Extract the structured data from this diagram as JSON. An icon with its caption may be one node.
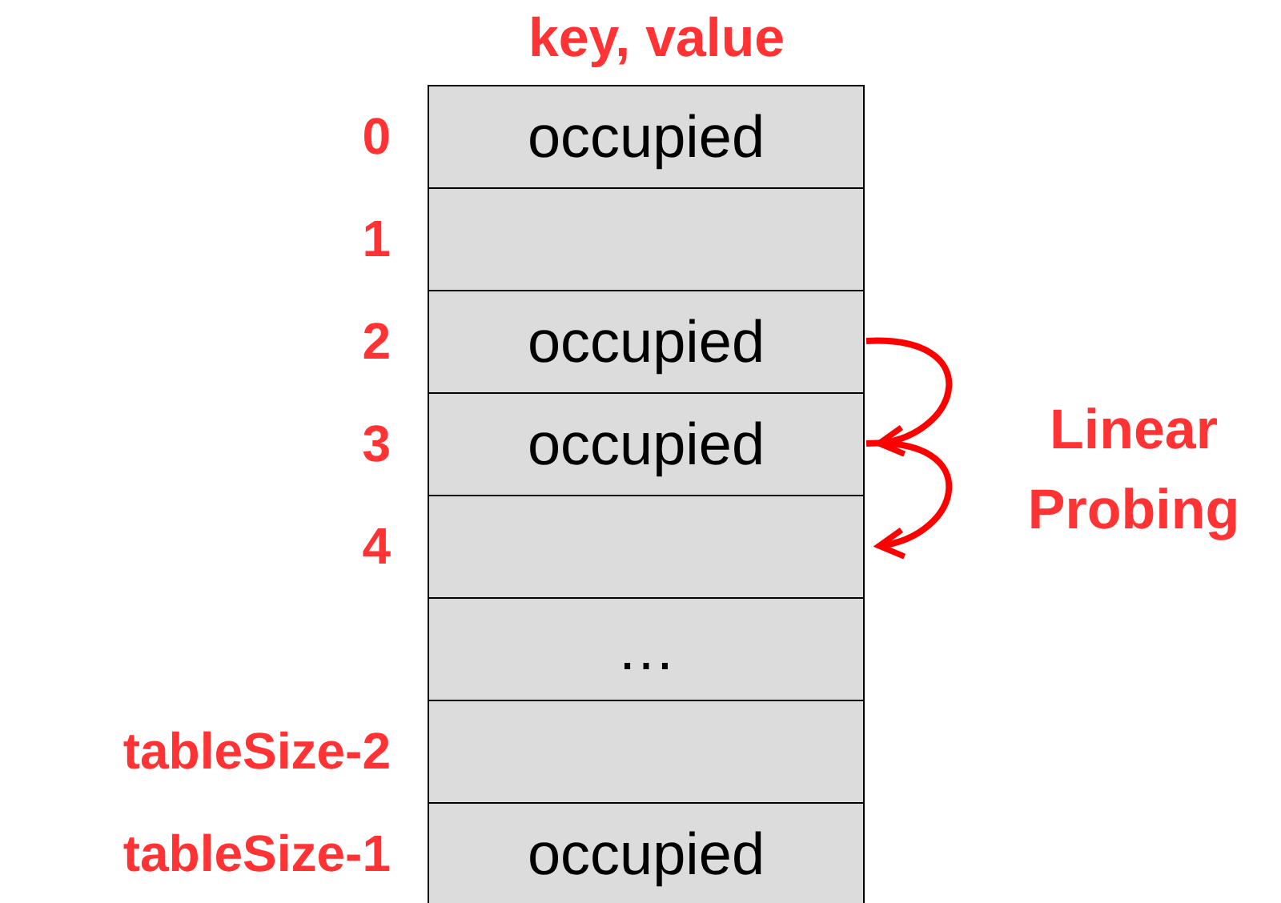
{
  "diagram": {
    "nodes": [
      {
        "text": [
          "occupied"
        ],
        "beside": [
          "0"
        ]
      },
      {
        "text": [],
        "shape": "box",
        "beside": [
          "1"
        ]
      },
      {
        "text": [
          "occupied"
        ],
        "beside": [
          "2"
        ]
      },
      {
        "text": [
          "occupied"
        ],
        "beside": [
          "3"
        ]
      },
      {
        "text": [],
        "shape": "box",
        "beside": [
          "4"
        ]
      },
      {
        "text": [
          "…"
        ]
      },
      {
        "text": [],
        "shape": "box",
        "beside": [
          "tableSize-2"
        ]
      },
      {
        "text": [
          "occupied"
        ],
        "beside": [
          "tableSize-1"
        ]
      }
    ],
    "edges": [
      {
        "from": 2,
        "to": 3,
        "arrow": "to",
        "color": "#ff0000"
      },
      {
        "from": 3,
        "to": 4,
        "arrow": "to",
        "color": "#ff0000"
      }
    ],
    "labels": [
      "key, value",
      "Linear Probing"
    ]
  }
}
